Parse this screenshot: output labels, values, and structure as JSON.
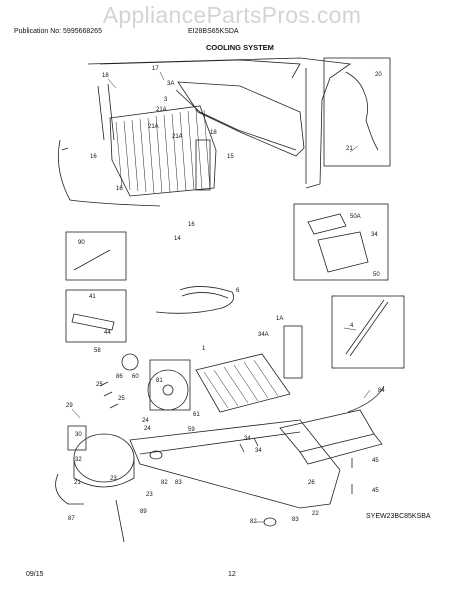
{
  "watermark": "AppliancePartsPros.com",
  "header": {
    "publication": "Publication No: 5995668265",
    "model": "EI28BS65KSDA",
    "section": "COOLING SYSTEM"
  },
  "diagram_ref": "SYEW23BC85KSBA",
  "footer": {
    "date": "09/15",
    "page": "12"
  },
  "callouts": [
    "18",
    "17",
    "3A",
    "3",
    "21A",
    "21A",
    "21A",
    "18",
    "16",
    "15",
    "16",
    "14",
    "16",
    "20",
    "21",
    "50A",
    "34",
    "50",
    "90",
    "41",
    "44",
    "6",
    "1A",
    "4",
    "34A",
    "1",
    "58",
    "86",
    "60",
    "81",
    "25",
    "25",
    "24",
    "61",
    "59",
    "84",
    "29",
    "30",
    "32",
    "24",
    "23",
    "21",
    "34",
    "34",
    "45",
    "82",
    "83",
    "23",
    "26",
    "45",
    "87",
    "89",
    "82",
    "83",
    "22"
  ]
}
